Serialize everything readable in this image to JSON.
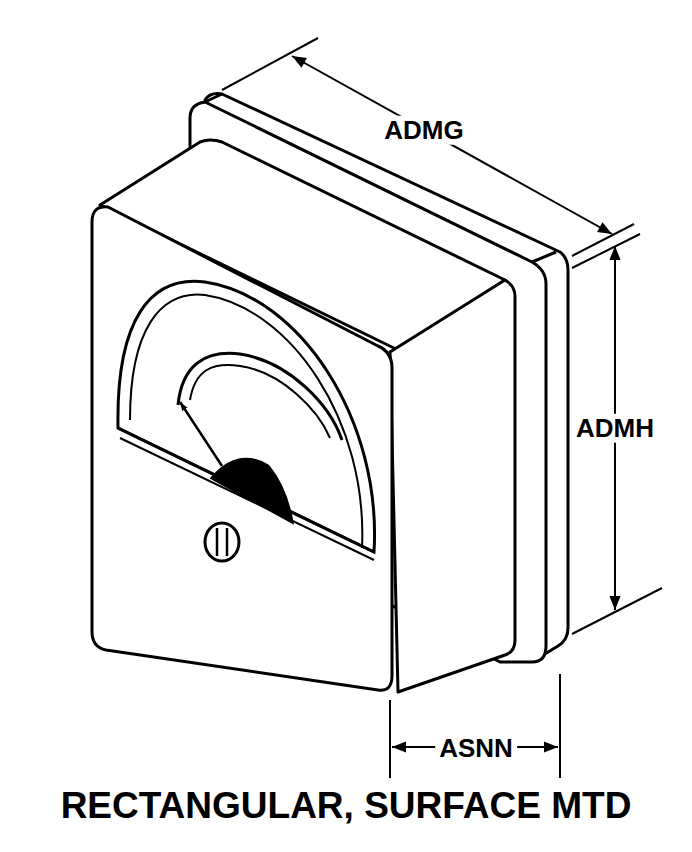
{
  "diagram": {
    "caption": "RECTANGULAR, SURFACE MTD",
    "labels": [
      "ADMG",
      "ADMH",
      "ASNN"
    ]
  }
}
